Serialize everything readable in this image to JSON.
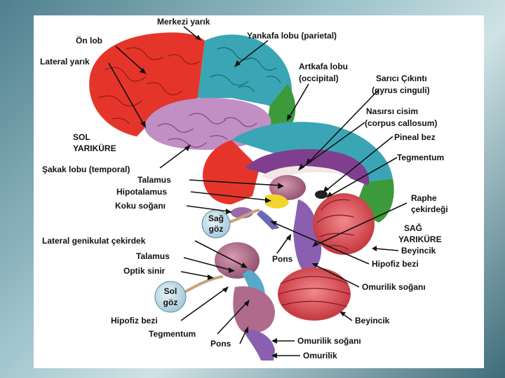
{
  "labels": {
    "merkezi_yarik": "Merkezi yarık",
    "on_lob": "Ön lob",
    "yankafa": "Yankafa lobu (parietal)",
    "lateral_yarik": "Lateral yarık",
    "artkafa_1": "Artkafa lobu",
    "artkafa_2": "(occipital)",
    "sarici_1": "Sarıcı Çıkıntı",
    "sarici_2": "(gyrus cinguli)",
    "nasirsi_1": "Nasırsı cisim",
    "nasirsi_2": "(corpus callosum)",
    "pineal": "Pineal bez",
    "sol_yarikure_1": "SOL",
    "sol_yarikure_2": "YARIKÜRE",
    "tegmentum_top": "Tegmentum",
    "sakak": "Şakak lobu (temporal)",
    "talamus_top": "Talamus",
    "hipotalamus": "Hipotalamus",
    "koku": "Koku soğanı",
    "raphe_1": "Raphe",
    "raphe_2": "çekirdeği",
    "sag_goz_1": "Sağ",
    "sag_goz_2": "göz",
    "sag_yarikure_1": "SAĞ",
    "sag_yarikure_2": "YARIKÜRE",
    "lateral_genikulat": "Lateral genikulat çekirdek",
    "beyincik_top": "Beyincik",
    "pons_top": "Pons",
    "hipofiz_top": "Hipofiz bezi",
    "talamus_bottom": "Talamus",
    "optik": "Optik sinir",
    "omurilik_soganı_top": "Omurilik soğanı",
    "sol_goz_1": "Sol",
    "sol_goz_2": "göz",
    "hipofiz_bottom": "Hipofiz bezi",
    "beyincik_bottom": "Beyincik",
    "tegmentum_bottom": "Tegmentum",
    "pons_bottom": "Pons",
    "omurilik_soganı_bottom": "Omurilik soğanı",
    "omurilik": "Omurilik"
  },
  "colors": {
    "frontal": "#e5352b",
    "parietal": "#3aa6b5",
    "temporal": "#c18fc4",
    "occipital": "#3d9a3a",
    "cingulate": "#7f3f8e",
    "thalamus": "#8a4a7a",
    "hypothalamus": "#f1d52a",
    "cerebellum": "#d8484f",
    "brainstem": "#8a5fb0"
  }
}
